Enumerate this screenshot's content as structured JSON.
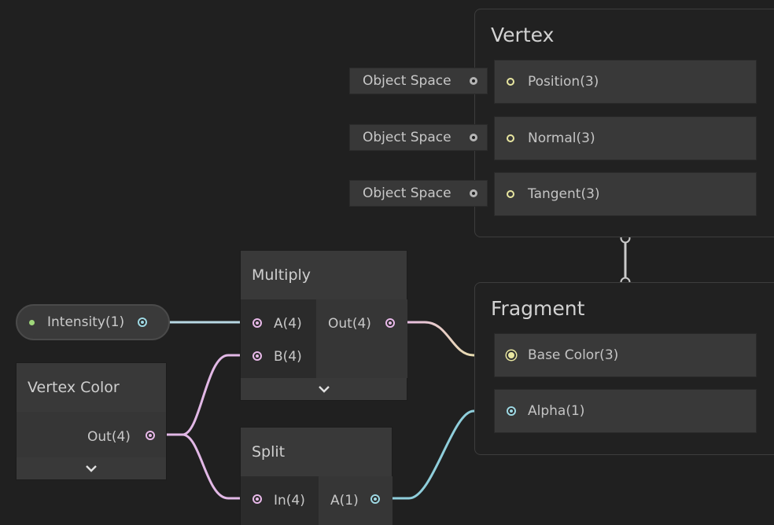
{
  "vertex": {
    "title": "Vertex",
    "blocks": [
      {
        "label": "Position(3)",
        "space": "Object Space"
      },
      {
        "label": "Normal(3)",
        "space": "Object Space"
      },
      {
        "label": "Tangent(3)",
        "space": "Object Space"
      }
    ]
  },
  "fragment": {
    "title": "Fragment",
    "blocks": [
      {
        "label": "Base Color(3)"
      },
      {
        "label": "Alpha(1)"
      }
    ]
  },
  "intensity": {
    "label": "Intensity(1)"
  },
  "multiply": {
    "title": "Multiply",
    "in_a": "A(4)",
    "in_b": "B(4)",
    "out": "Out(4)"
  },
  "vertex_color": {
    "title": "Vertex Color",
    "out": "Out(4)"
  },
  "split": {
    "title": "Split",
    "in": "In(4)",
    "out_a": "A(1)"
  },
  "colors": {
    "vector3": "#e8e6a0",
    "vector4": "#e7b8e8",
    "float": "#9ed8e3",
    "property_dot": "#9fd77a"
  },
  "icons": {
    "expand": "chevron-down-icon"
  }
}
